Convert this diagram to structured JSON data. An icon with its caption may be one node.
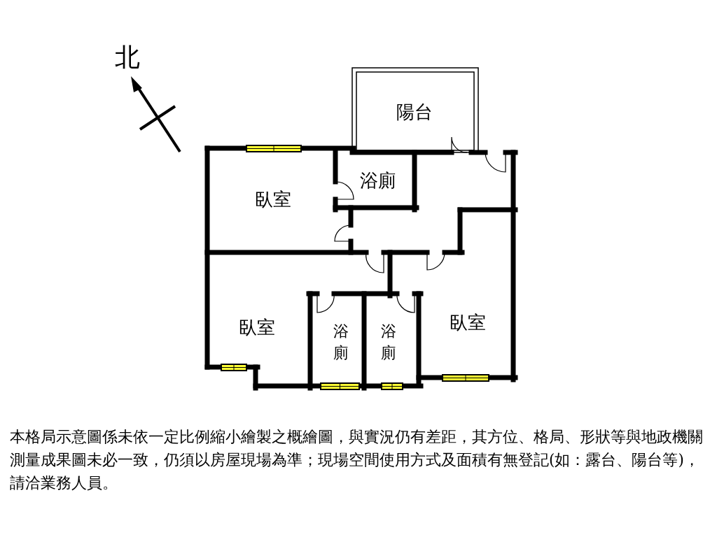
{
  "diagram": {
    "caption": "本格局示意圖係未依一定比例縮小繪製之概繪圖，與實況仍有差距，其方位、格局、形狀等與地政機關測量成果圖未必一致，仍須以房屋現場為準；現場空間使用方式及面積有無登記(如：露台、陽台等)，請洽業務人員。",
    "nodes": [
      {
        "text": [
          "陽台"
        ]
      },
      {
        "text": [
          "臥室"
        ]
      },
      {
        "text": [
          "浴廁"
        ]
      },
      {
        "text": [
          "臥室"
        ]
      },
      {
        "text": [
          "浴廁"
        ]
      },
      {
        "text": [
          "浴廁"
        ]
      },
      {
        "text": [
          "臥室"
        ]
      }
    ],
    "labels": [
      "北"
    ]
  }
}
